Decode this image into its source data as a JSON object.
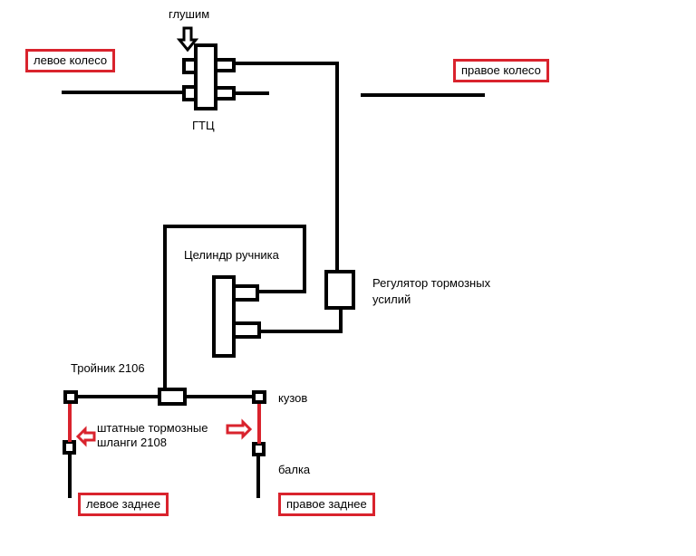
{
  "labels": {
    "plug": "глушим",
    "left_wheel": "левое колесо",
    "right_wheel": "правое колесо",
    "master_cylinder": "ГТЦ",
    "handbrake_cylinder": "Целиндр ручника",
    "regulator": "Регулятор тормозных усилий",
    "tee": "Тройник 2106",
    "body": "кузов",
    "hoses": "штатные тормозные шланги 2108",
    "axle": "балка",
    "left_rear": "левое заднее",
    "right_rear": "правое заднее"
  },
  "colors": {
    "line": "#000000",
    "highlight": "#d9232d"
  }
}
